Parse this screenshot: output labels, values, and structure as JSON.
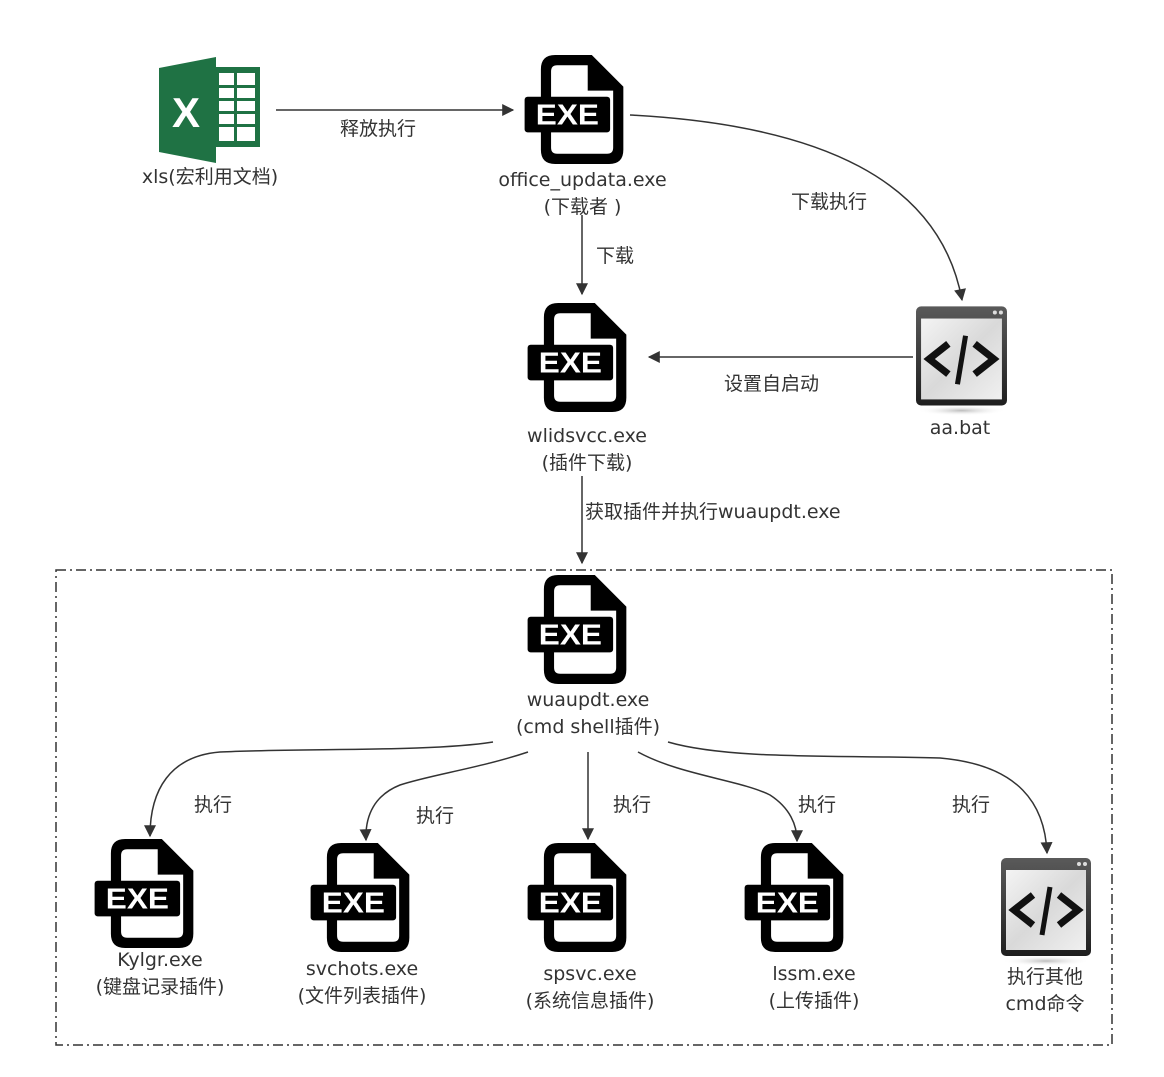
{
  "colors": {
    "line": "#333333",
    "excel_green": "#1f7244",
    "exe_black": "#000000",
    "frame": "#333333"
  },
  "nodes": {
    "xls": {
      "line1": "xls(宏利用文档)",
      "icon": "excel-icon"
    },
    "office_updata": {
      "line1": "office_updata.exe",
      "line2": "(下载者 )",
      "icon": "exe-file-icon"
    },
    "wlidsvcc": {
      "line1": "wlidsvcc.exe",
      "line2": "(插件下载)",
      "icon": "exe-file-icon"
    },
    "aa_bat": {
      "line1": "aa.bat",
      "icon": "script-window-icon"
    },
    "wuaupdt": {
      "line1": "wuaupdt.exe",
      "line2": "(cmd shell插件)",
      "icon": "exe-file-icon"
    },
    "kylgr": {
      "line1": "Kylgr.exe",
      "line2": "(键盘记录插件)",
      "icon": "exe-file-icon"
    },
    "svchots": {
      "line1": "svchots.exe",
      "line2": "(文件列表插件)",
      "icon": "exe-file-icon"
    },
    "spsvc": {
      "line1": "spsvc.exe",
      "line2": "(系统信息插件)",
      "icon": "exe-file-icon"
    },
    "lssm": {
      "line1": "lssm.exe",
      "line2": "(上传插件)",
      "icon": "exe-file-icon"
    },
    "cmd_other": {
      "line1": "执行其他",
      "line2": "cmd命令",
      "icon": "script-window-icon"
    }
  },
  "edges": {
    "xls_to_office": "释放执行",
    "office_to_bat": "下载执行",
    "office_to_wlidsvcc": "下载",
    "bat_to_wlidsvcc": "设置自启动",
    "wlidsvcc_to_wuaupdt": "获取插件并执行wuaupdt.exe",
    "wuaupdt_to_kylgr": "执行",
    "wuaupdt_to_svchots": "执行",
    "wuaupdt_to_spsvc": "执行",
    "wuaupdt_to_lssm": "执行",
    "wuaupdt_to_cmd": "执行"
  },
  "exe_badge_text": "EXE",
  "excel_letter": "X"
}
